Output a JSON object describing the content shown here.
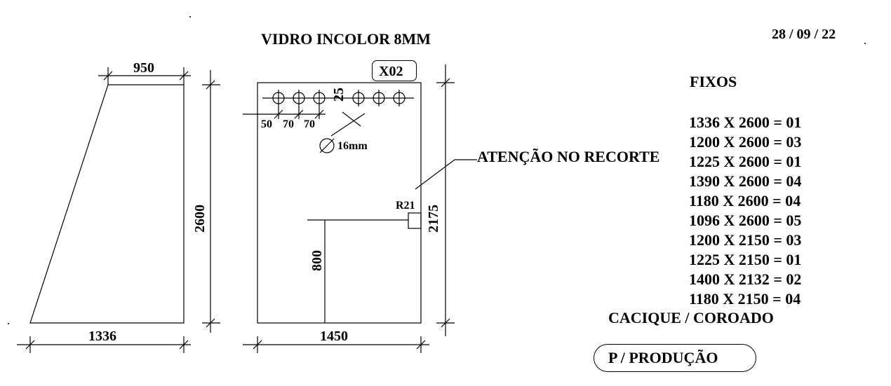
{
  "header": {
    "title": "VIDRO INCOLOR 8MM",
    "date": "28 / 09 / 22"
  },
  "piece_left": {
    "top_width": "950",
    "bottom_width": "1336",
    "height": "2600"
  },
  "piece_right": {
    "tag": "X02",
    "width": "1450",
    "height": "2175",
    "hole_offset": "25",
    "hole_spacing": [
      "50",
      "70",
      "70"
    ],
    "hole_diameter": "16mm",
    "cut_height": "800",
    "radius": "R21",
    "note": "ATENÇÃO NO RECORTE"
  },
  "fixos": {
    "heading": "FIXOS",
    "items": [
      "1336 X 2600 = 01",
      "1200 X 2600 = 03",
      "1225 X 2600 = 01",
      "1390 X 2600 = 04",
      "1180 X 2600 = 04",
      "1096 X 2600 = 05",
      "1200 X 2150 = 03",
      "1225 X 2150 = 01",
      "1400 X 2132 = 02",
      "1180 X 2150 = 04"
    ],
    "client": "CACIQUE / COROADO"
  },
  "footer": {
    "production_label": "P / PRODUÇÃO"
  }
}
